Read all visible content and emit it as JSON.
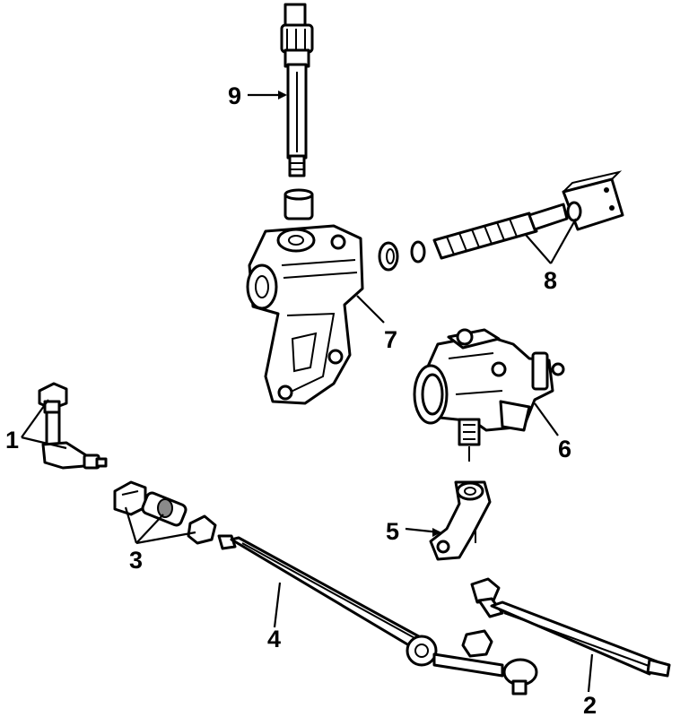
{
  "callouts": [
    {
      "id": "1",
      "label": "1"
    },
    {
      "id": "2",
      "label": "2"
    },
    {
      "id": "3",
      "label": "3"
    },
    {
      "id": "4",
      "label": "4"
    },
    {
      "id": "5",
      "label": "5"
    },
    {
      "id": "6",
      "label": "6"
    },
    {
      "id": "7",
      "label": "7"
    },
    {
      "id": "8",
      "label": "8"
    },
    {
      "id": "9",
      "label": "9"
    }
  ],
  "colors": {
    "ink": "#000000",
    "paper": "#ffffff",
    "shade": "#8a8a8a"
  }
}
